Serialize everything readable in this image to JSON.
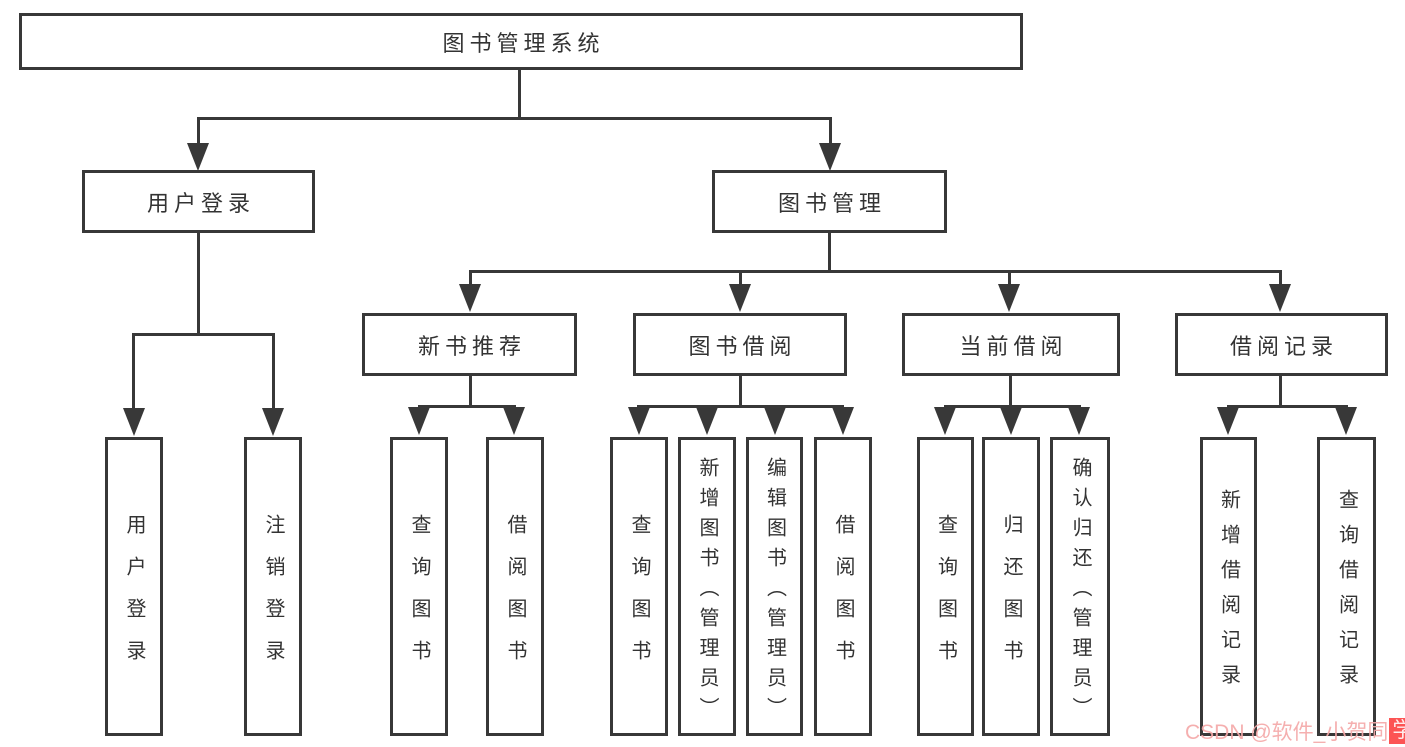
{
  "diagram": {
    "root": {
      "label": "图书管理系统"
    },
    "branches": [
      {
        "label": "用户登录",
        "children": [
          {
            "label": "用户登录"
          },
          {
            "label": "注销登录"
          }
        ]
      },
      {
        "label": "图书管理",
        "children": [
          {
            "label": "新书推荐",
            "children": [
              {
                "label": "查询图书"
              },
              {
                "label": "借阅图书"
              }
            ]
          },
          {
            "label": "图书借阅",
            "children": [
              {
                "label": "查询图书"
              },
              {
                "label": "新增图书（管理员）"
              },
              {
                "label": "编辑图书（管理员）"
              },
              {
                "label": "借阅图书"
              }
            ]
          },
          {
            "label": "当前借阅",
            "children": [
              {
                "label": "查询图书"
              },
              {
                "label": "归还图书"
              },
              {
                "label": "确认归还（管理员）"
              }
            ]
          },
          {
            "label": "借阅记录",
            "children": [
              {
                "label": "新增借阅记录"
              },
              {
                "label": "查询借阅记录"
              }
            ]
          }
        ]
      }
    ]
  },
  "watermark": {
    "prefix": "CSDN @软件_小贺同",
    "highlight": "学"
  },
  "colors": {
    "line": "#383838",
    "text": "#333333",
    "background": "#ffffff",
    "watermark_text": "#f4a8a8",
    "watermark_badge": "#fc5454"
  }
}
